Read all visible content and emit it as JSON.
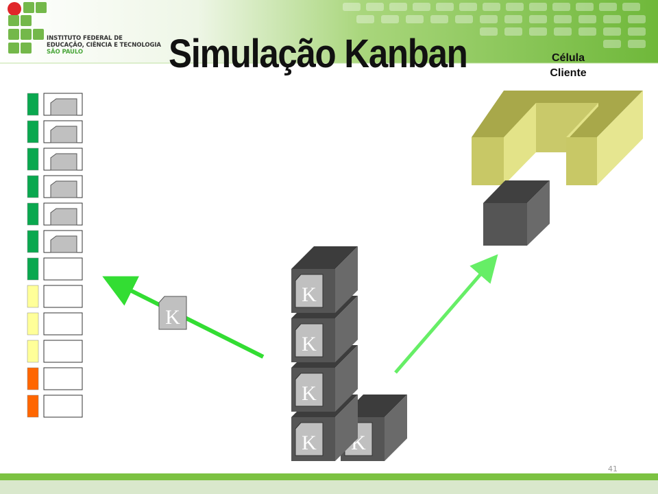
{
  "header": {
    "logo_lines": [
      "INSTITUTO FEDERAL DE",
      "EDUCAÇÃO, CIÊNCIA E TECNOLOGIA",
      "SÃO PAULO"
    ],
    "title": "Simulação Kanban"
  },
  "cell": {
    "label_line1": "Célula",
    "label_line2": "Cliente"
  },
  "kanban_board": {
    "slot_colors": [
      "#0aa84f",
      "#0aa84f",
      "#0aa84f",
      "#0aa84f",
      "#0aa84f",
      "#0aa84f",
      "#0aa84f",
      "#ffff99",
      "#ffff99",
      "#ffff99",
      "#ff6600",
      "#ff6600"
    ],
    "filled_slots": 6,
    "total_slots": 12
  },
  "card_letter": "K",
  "page_number": "41",
  "colors": {
    "header_green": "#7cc242",
    "arrow_green": "#33dd33",
    "arrow_light_green": "#66ee66",
    "box_dark": "#4d4d4d",
    "cell_yellow": "#d9d97a"
  }
}
